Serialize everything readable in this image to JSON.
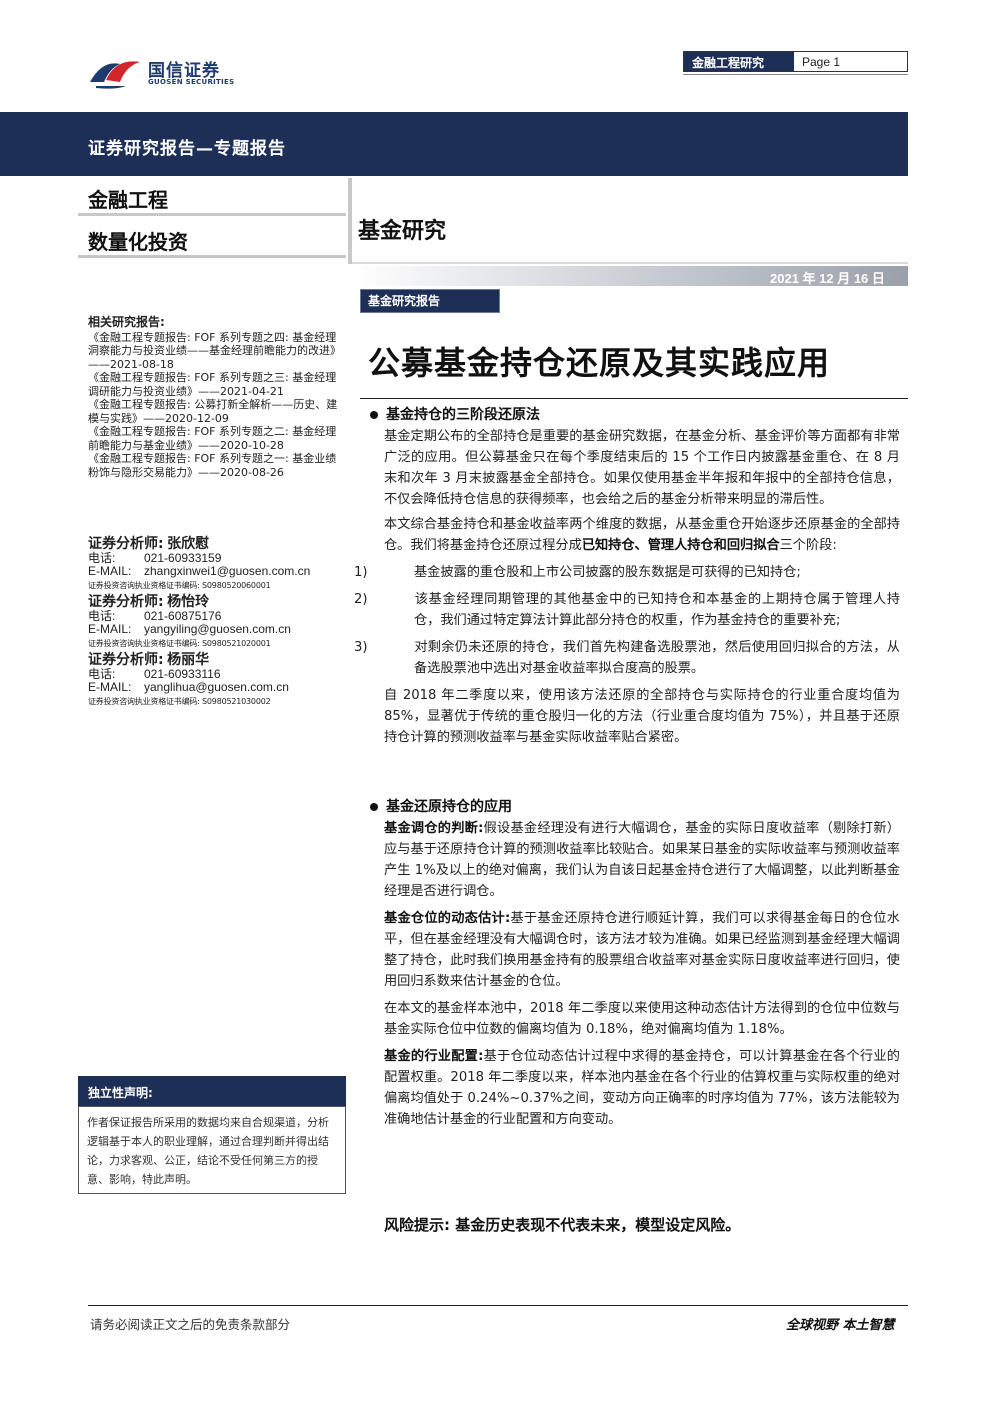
{
  "header": {
    "logo_cn": "国信证券",
    "logo_en": "GUOSEN SECURITIES",
    "section_tag": "金融工程研究",
    "page_label": "Page 1"
  },
  "banner": {
    "report_type": "证券研究报告—专题报告",
    "category1": "金融工程",
    "category2": "数量化投资",
    "topic": "基金研究",
    "date": "2021 年 12 月 16 日",
    "tag": "基金研究报告"
  },
  "title": "公募基金持仓还原及其实践应用",
  "related": {
    "heading": "相关研究报告:",
    "items": [
      "《金融工程专题报告: FOF 系列专题之四: 基金经理洞察能力与投资业绩——基金经理前瞻能力的改进》——2021-08-18",
      "《金融工程专题报告: FOF 系列专题之三: 基金经理调研能力与投资业绩》——2021-04-21",
      "《金融工程专题报告: 公募打新全解析——历史、建模与实践》——2020-12-09",
      "《金融工程专题报告: FOF 系列专题之二: 基金经理前瞻能力与基金业绩》——2020-10-28",
      "《金融工程专题报告: FOF 系列专题之一: 基金业绩粉饰与隐形交易能力》——2020-08-26"
    ]
  },
  "analysts": [
    {
      "label": "证券分析师:",
      "name": "张欣慰",
      "phone_label": "电话:",
      "phone": "021-60933159",
      "email_label": "E-MAIL:",
      "email": "zhangxinwei1@guosen.com.cn",
      "cert": "证券投资咨询执业资格证书编码: S0980520060001"
    },
    {
      "label": "证券分析师:",
      "name": "杨怡玲",
      "phone_label": "电话:",
      "phone": "021-60875176",
      "email_label": "E-MAIL:",
      "email": "yangyiling@guosen.com.cn",
      "cert": "证券投资咨询执业资格证书编码: S0980521020001"
    },
    {
      "label": "证券分析师:",
      "name": "杨丽华",
      "phone_label": "电话:",
      "phone": "021-60933116",
      "email_label": "E-MAIL:",
      "email": "yanglihua@guosen.com.cn",
      "cert": "证券投资咨询执业资格证书编码: S0980521030002"
    }
  ],
  "declaration": {
    "title": "独立性声明:",
    "body": "作者保证报告所采用的数据均来自合规渠道，分析逻辑基于本人的职业理解，通过合理判断并得出结论，力求客观、公正，结论不受任何第三方的授意、影响，特此声明。"
  },
  "section1": {
    "heading": "基金持仓的三阶段还原法",
    "p1": "基金定期公布的全部持仓是重要的基金研究数据，在基金分析、基金评价等方面都有非常广泛的应用。但公募基金只在每个季度结束后的 15 个工作日内披露基金重仓、在 8 月末和次年 3 月末披露基金全部持仓。如果仅使用基金半年报和年报中的全部持仓信息，不仅会降低持仓信息的获得频率，也会给之后的基金分析带来明显的滞后性。",
    "p2_a": "本文综合基金持仓和基金收益率两个维度的数据，从基金重仓开始逐步还原基金的全部持仓。我们将基金持仓还原过程分成",
    "p2_b": "已知持仓、管理人持仓和回归拟合",
    "p2_c": "三个阶段:",
    "items": [
      {
        "num": "1)",
        "text": "基金披露的重仓股和上市公司披露的股东数据是可获得的已知持仓;"
      },
      {
        "num": "2)",
        "text": "该基金经理同期管理的其他基金中的已知持仓和本基金的上期持仓属于管理人持仓，我们通过特定算法计算此部分持仓的权重，作为基金持仓的重要补充;"
      },
      {
        "num": "3)",
        "text": "对剩余仍未还原的持仓，我们首先构建备选股票池，然后使用回归拟合的方法，从备选股票池中选出对基金收益率拟合度高的股票。"
      }
    ],
    "p3": "自 2018 年二季度以来，使用该方法还原的全部持仓与实际持仓的行业重合度均值为 85%，显著优于传统的重仓股归一化的方法（行业重合度均值为 75%），并且基于还原持仓计算的预测收益率与基金实际收益率贴合紧密。"
  },
  "section2": {
    "heading": "基金还原持仓的应用",
    "p1_k": "基金调仓的判断:",
    "p1": "假设基金经理没有进行大幅调仓，基金的实际日度收益率（剔除打新）应与基于还原持仓计算的预测收益率比较贴合。如果某日基金的实际收益率与预测收益率产生 1%及以上的绝对偏离，我们认为自该日起基金持仓进行了大幅调整，以此判断基金经理是否进行调仓。",
    "p2_k": "基金仓位的动态估计:",
    "p2": "基于基金还原持仓进行顺延计算，我们可以求得基金每日的仓位水平，但在基金经理没有大幅调仓时，该方法才较为准确。如果已经监测到基金经理大幅调整了持仓，此时我们换用基金持有的股票组合收益率对基金实际日度收益率进行回归，使用回归系数来估计基金的仓位。",
    "p3": "在本文的基金样本池中，2018 年二季度以来使用这种动态估计方法得到的仓位中位数与基金实际仓位中位数的偏离均值为 0.18%，绝对偏离均值为 1.18%。",
    "p4_k": "基金的行业配置:",
    "p4": "基于仓位动态估计过程中求得的基金持仓，可以计算基金在各个行业的配置权重。2018 年二季度以来，样本池内基金在各个行业的估算权重与实际权重的绝对偏离均值处于 0.24%~0.37%之间，变动方向正确率的时序均值为 77%，该方法能较为准确地估计基金的行业配置和方向变动。"
  },
  "risk": "风险提示: 基金历史表现不代表未来，模型设定风险。",
  "footer": {
    "left": "请务必阅读正文之后的免责条款部分",
    "right": "全球视野  本土智慧"
  },
  "colors": {
    "navy": "#1e2f57",
    "logo_red": "#d0262b",
    "logo_blue": "#1f3b6e"
  }
}
